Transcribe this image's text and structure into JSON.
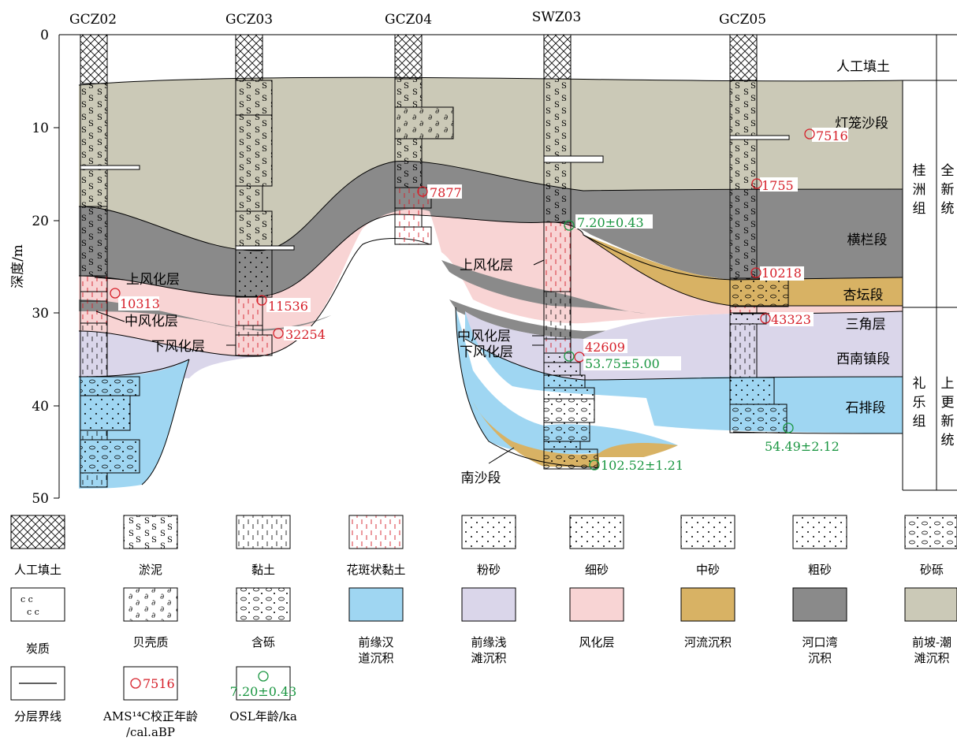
{
  "boreholes": [
    "GCZ02",
    "GCZ03",
    "GCZ04",
    "SWZ03",
    "GCZ05"
  ],
  "depth_axis": {
    "label": "深度/m",
    "ticks": [
      "0",
      "10",
      "20",
      "30",
      "40",
      "50"
    ]
  },
  "units_right": {
    "fill": "人工填土",
    "denglong": "灯笼沙段",
    "henglan": "横栏段",
    "xingtan": "杏坛段",
    "sanjiao": "三角层",
    "xinanzhen": "西南镇段",
    "shipai": "石排段",
    "nansha": "南沙段"
  },
  "formations": {
    "guizhou": "桂洲组",
    "lile": "礼乐组"
  },
  "series": {
    "holocene": "全新统",
    "upper_pleistocene": "上更新统"
  },
  "weathering_labels": {
    "upper": "上风化层",
    "middle": "中风化层",
    "lower": "下风化层"
  },
  "ams_ages": [
    "10313",
    "11536",
    "32254",
    "7877",
    "42609",
    "7516",
    "1755",
    "10218",
    "43323"
  ],
  "osl_ages": [
    "7.20±0.43",
    "53.75±5.00",
    "102.52±1.21",
    "54.49±2.12"
  ],
  "legend": {
    "row1": [
      "人工填土",
      "淤泥",
      "黏土",
      "花斑状黏土",
      "粉砂",
      "细砂",
      "中砂",
      "粗砂",
      "砂砾"
    ],
    "row2": [
      "炭质",
      "贝壳质",
      "含砾",
      "前缘汉道沉积",
      "前缘浅滩沉积",
      "风化层",
      "河流沉积",
      "河口湾沉积",
      "前坡-潮滩沉积"
    ],
    "row3": [
      "分层界线",
      "AMS¹⁴C校正年龄/cal.aBP",
      "OSL年龄/ka"
    ],
    "ams_sample": "7516",
    "osl_sample": "7.20±0.43"
  },
  "colors": {
    "channel": "#9fd6f2",
    "shoal": "#dad6ea",
    "weathered": "#f8d4d4",
    "fluvial": "#d8b264",
    "estuary": "#8a8a8a",
    "prodelta": "#cbc9b7",
    "ams_red": "#d6202a",
    "osl_green": "#1a9641"
  }
}
